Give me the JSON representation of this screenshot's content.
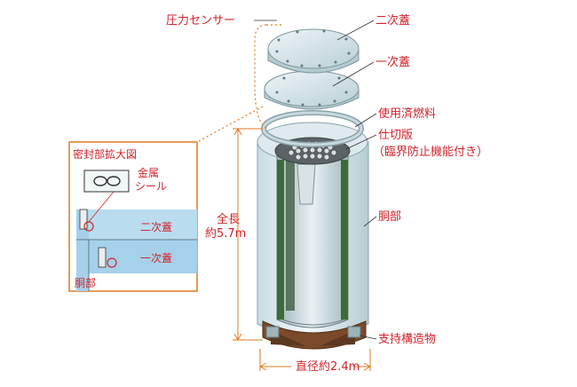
{
  "labels": {
    "pressure_sensor": "圧力センサー",
    "secondary_lid": "二次蓋",
    "primary_lid": "一次蓋",
    "spent_fuel": "使用済燃料",
    "partition_plate": "仕切版",
    "partition_note": "（臨界防止機能付き）",
    "body": "胴部",
    "support": "支持構造物",
    "length_label": "全長",
    "length_value": "約5.7m",
    "diameter_label": "直径",
    "diameter_value": "約2.4m"
  },
  "inset": {
    "title": "密封部拡大図",
    "metal_seal_1": "金属",
    "metal_seal_2": "シール",
    "secondary_lid": "二次蓋",
    "primary_lid": "一次蓋",
    "body": "胴部"
  },
  "colors": {
    "label_red": "#d2232a",
    "leader_orange": "#e07a1f",
    "cask_body": "#e2eef1",
    "interior_green": "#3b6b3a",
    "base_brown": "#7a4a2a",
    "inset_blue": "#b9dcef"
  }
}
